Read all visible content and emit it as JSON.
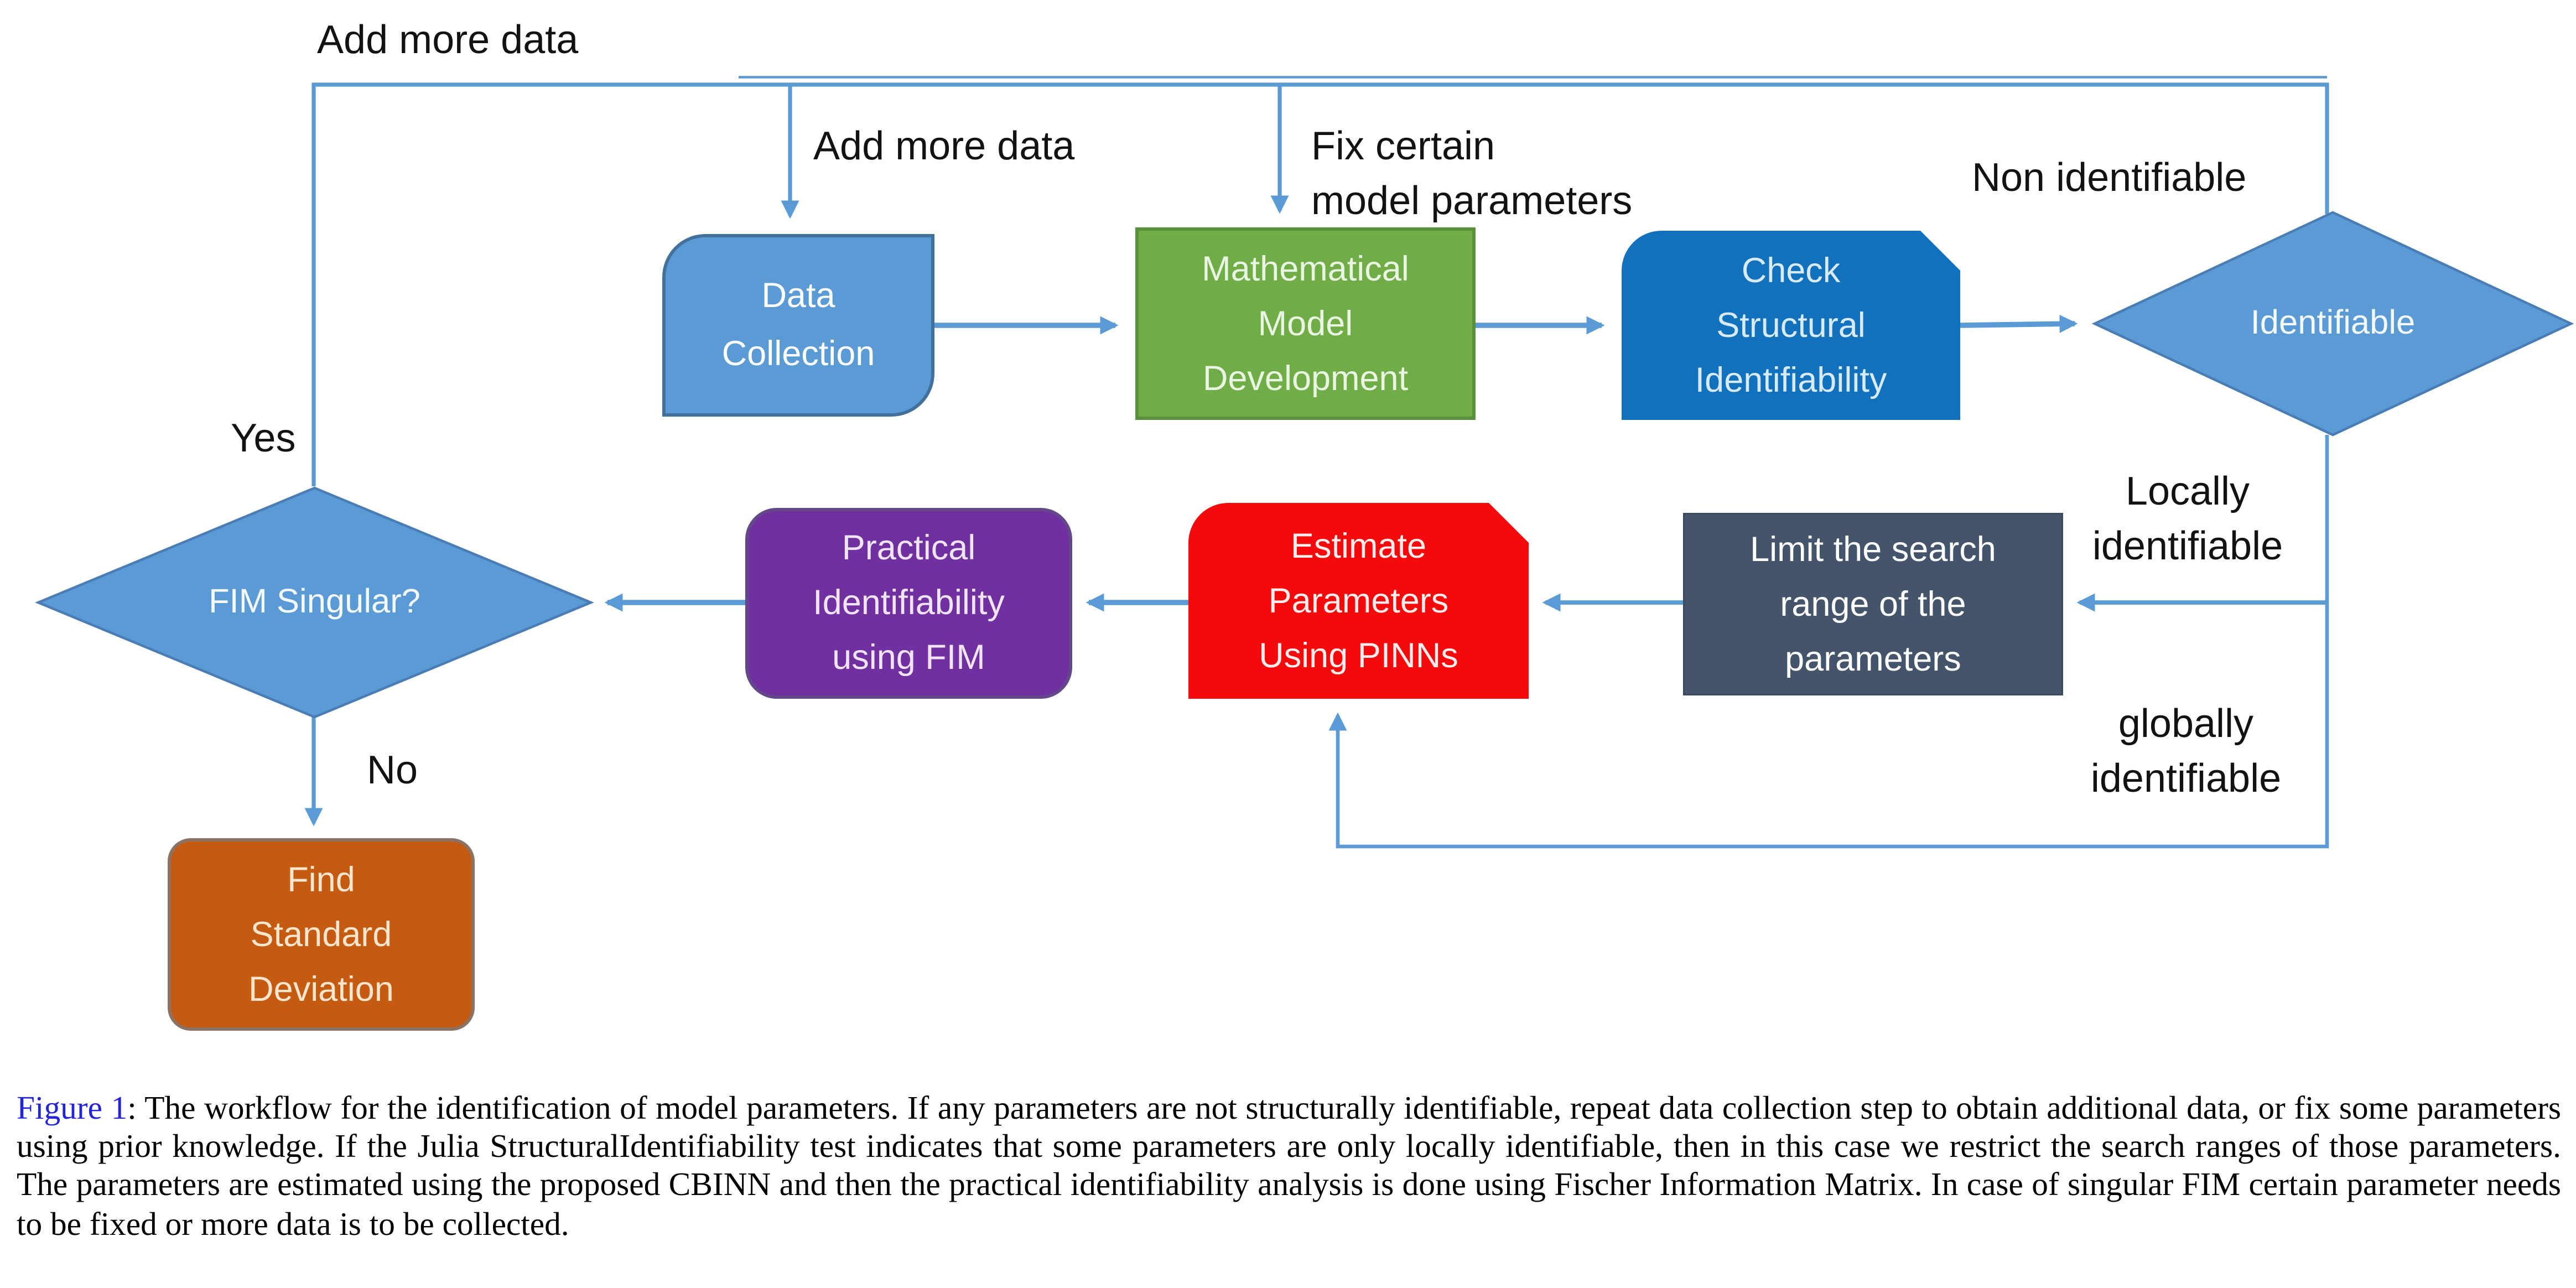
{
  "flowchart": {
    "connector_color": "#5B9BD5",
    "nodes": {
      "data_collection": {
        "label": "Data\nCollection",
        "fill": "#5B9BD5"
      },
      "math_model": {
        "label": "Mathematical\nModel\nDevelopment",
        "fill": "#70AD47"
      },
      "check_structural": {
        "label": "Check\nStructural\nIdentifiability",
        "fill": "#1271BD"
      },
      "identifiable": {
        "label": "Identifiable",
        "fill": "#5B9BD5"
      },
      "limit_search": {
        "label": "Limit the search\nrange of the\nparameters",
        "fill": "#44546A"
      },
      "estimate_pinns": {
        "label": "Estimate\nParameters\nUsing PINNs",
        "fill": "#F40A0A"
      },
      "practical_fim": {
        "label": "Practical\nIdentifiability\nusing FIM",
        "fill": "#7030A0"
      },
      "fim_singular": {
        "label": "FIM Singular?",
        "fill": "#5B9BD5"
      },
      "find_std": {
        "label": "Find\nStandard\nDeviation",
        "fill": "#C55A11"
      }
    },
    "edge_labels": {
      "add_more_data_top": "Add more data",
      "add_more_data_inner": "Add more data",
      "fix_params": "Fix certain\nmodel parameters",
      "non_identifiable": "Non identifiable",
      "locally_identifiable": "Locally\nidentifiable",
      "globally_identifiable": "globally\nidentifiable",
      "yes": "Yes",
      "no": "No"
    }
  },
  "caption": {
    "figure_label": "Figure 1",
    "text": ": The workflow for the identification of model parameters. If any parameters are not structurally identifiable, repeat data collection step to obtain additional data, or fix some parameters using prior knowledge. If the Julia StructuralIdentifiability test indicates that some parameters are only locally identifiable, then in this case we restrict the search ranges of those parameters. The parameters are estimated using the proposed CBINN and then the practical identifiability analysis is done using Fischer Information Matrix. In case of singular FIM certain parameter needs to be fixed or more data is to be collected.",
    "label_color": "#2323D9"
  }
}
